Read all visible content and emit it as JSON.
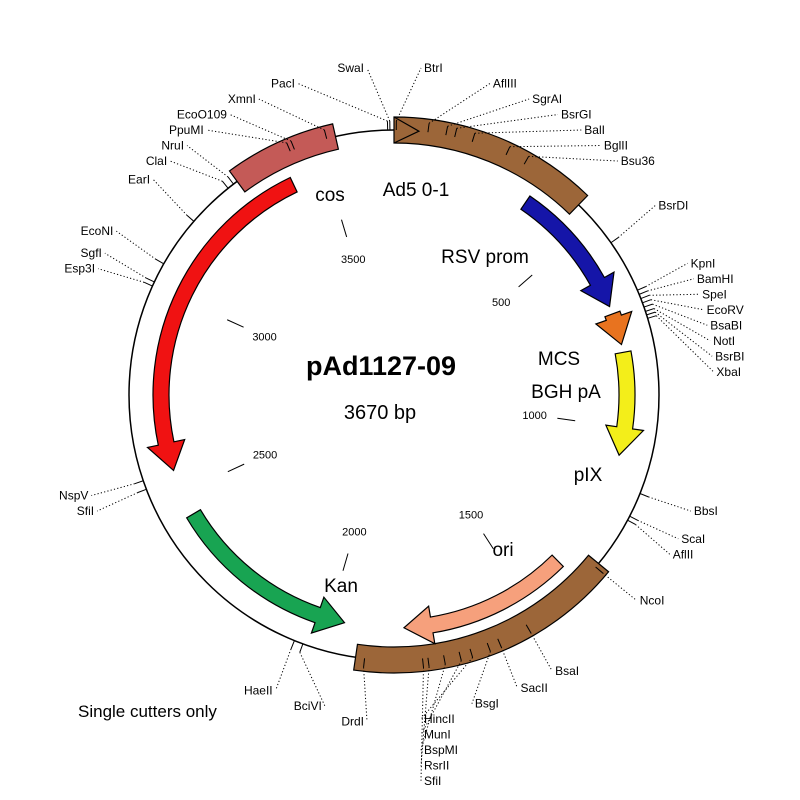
{
  "plasmid": {
    "name": "pAd1127-09",
    "size_label": "3670 bp",
    "length": 3670
  },
  "footnote": "Single cutters only",
  "colors": {
    "backbone": "#000000",
    "Ad5 0-1": "#9c6639",
    "cos": "#c45a57",
    "RSV prom": "#1515a8",
    "MCS": "#e8731f",
    "BGH pA": "#f3ee1a",
    "Ad5": "#9c6639",
    "pIX": "#f6a07c",
    "ori": "#18a452",
    "Kan": "#f01212"
  },
  "scale_ticks": [
    {
      "pos": 500,
      "label": "500"
    },
    {
      "pos": 1000,
      "label": "1000"
    },
    {
      "pos": 1500,
      "label": "1500"
    },
    {
      "pos": 2000,
      "label": "2000"
    },
    {
      "pos": 2500,
      "label": "2500"
    },
    {
      "pos": 3000,
      "label": "3000"
    },
    {
      "pos": 3500,
      "label": "3500"
    }
  ],
  "features": [
    {
      "name": "Ad5 0-1",
      "start": 0,
      "end": 450,
      "track": "backbone",
      "arrow": "open"
    },
    {
      "name": "cos",
      "start": 3300,
      "end": 3540,
      "track": "backbone",
      "arrow": "none"
    },
    {
      "name": "Ad5",
      "start": 1320,
      "end": 1920,
      "track": "backbone",
      "arrow": "none"
    },
    {
      "name": "RSV prom",
      "start": 350,
      "end": 690,
      "track": "inner",
      "arrow": "end"
    },
    {
      "name": "MCS",
      "start": 710,
      "end": 790,
      "track": "inner",
      "arrow": "end"
    },
    {
      "name": "BGH pA",
      "start": 810,
      "end": 1070,
      "track": "inner",
      "arrow": "end"
    },
    {
      "name": "pIX",
      "start": 1380,
      "end": 1810,
      "track": "inner",
      "arrow": "end"
    },
    {
      "name": "ori",
      "start": 1960,
      "end": 2440,
      "track": "inner",
      "arrow": "start"
    },
    {
      "name": "Kan",
      "start": 2560,
      "end": 3410,
      "track": "inner",
      "arrow": "start"
    }
  ],
  "sites": [
    {
      "name": "PacI",
      "pos": 3656
    },
    {
      "name": "SwaI",
      "pos": 3661
    },
    {
      "name": "BtrI",
      "pos": 5
    },
    {
      "name": "AflIII",
      "pos": 75
    },
    {
      "name": "SgrAI",
      "pos": 115
    },
    {
      "name": "BsrGI",
      "pos": 135
    },
    {
      "name": "BalI",
      "pos": 175
    },
    {
      "name": "BglII",
      "pos": 255
    },
    {
      "name": "Bsu36",
      "pos": 300
    },
    {
      "name": "BsrDI",
      "pos": 560
    },
    {
      "name": "KpnI",
      "pos": 680
    },
    {
      "name": "BamHI",
      "pos": 690
    },
    {
      "name": "SpeI",
      "pos": 700
    },
    {
      "name": "EcoRV",
      "pos": 710
    },
    {
      "name": "BsaBI",
      "pos": 720
    },
    {
      "name": "NotI",
      "pos": 730
    },
    {
      "name": "BsrBI",
      "pos": 738
    },
    {
      "name": "XbaI",
      "pos": 746
    },
    {
      "name": "BbsI",
      "pos": 1140
    },
    {
      "name": "ScaI",
      "pos": 1195
    },
    {
      "name": "AflII",
      "pos": 1205
    },
    {
      "name": "NcoI",
      "pos": 1330
    },
    {
      "name": "BsaI",
      "pos": 1530
    },
    {
      "name": "SacII",
      "pos": 1600
    },
    {
      "name": "BsgI",
      "pos": 1625
    },
    {
      "name": "HincII",
      "pos": 1665
    },
    {
      "name": "MunI",
      "pos": 1690
    },
    {
      "name": "BspMI",
      "pos": 1725
    },
    {
      "name": "RsrII",
      "pos": 1760
    },
    {
      "name": "SfiI",
      "pos": 1772
    },
    {
      "name": "DrdI",
      "pos": 1900
    },
    {
      "name": "BciVI",
      "pos": 2040
    },
    {
      "name": "HaeII",
      "pos": 2060
    },
    {
      "name": "SfiI",
      "pos": 2540
    },
    {
      "name": "NspV",
      "pos": 2560
    },
    {
      "name": "Esp3I",
      "pos": 3000
    },
    {
      "name": "SgfI",
      "pos": 3010
    },
    {
      "name": "EcoNI",
      "pos": 3055
    },
    {
      "name": "EarI",
      "pos": 3170
    },
    {
      "name": "ClaI",
      "pos": 3275
    },
    {
      "name": "NruI",
      "pos": 3290
    },
    {
      "name": "PpuMI",
      "pos": 3435
    },
    {
      "name": "EcoO109",
      "pos": 3445
    },
    {
      "name": "XmnI",
      "pos": 3520
    }
  ]
}
